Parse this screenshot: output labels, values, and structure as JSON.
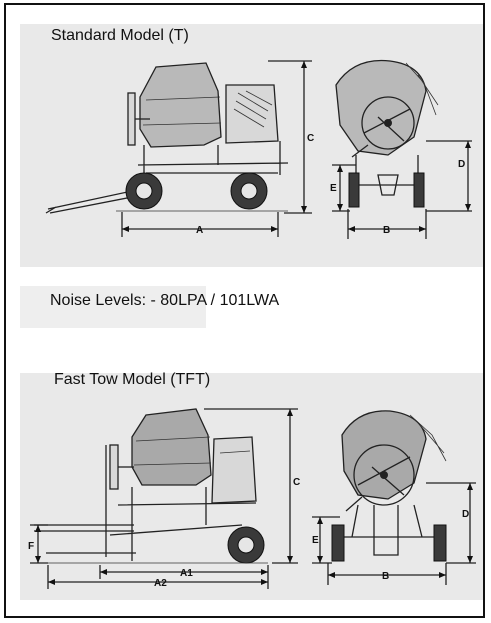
{
  "sections": {
    "standard": {
      "title": "Standard Model (T)"
    },
    "fast_tow": {
      "title": "Fast Tow Model (TFT)"
    }
  },
  "noise_levels": "Noise Levels: - 80LPA / 101LWA",
  "dimension_labels": {
    "a": "A",
    "b": "B",
    "c": "C",
    "d": "D",
    "e": "E",
    "f": "F",
    "a1": "A1",
    "a2": "A2"
  },
  "colors": {
    "background": "#ffffff",
    "scan": "#e9e9e9",
    "ink": "#222222"
  }
}
